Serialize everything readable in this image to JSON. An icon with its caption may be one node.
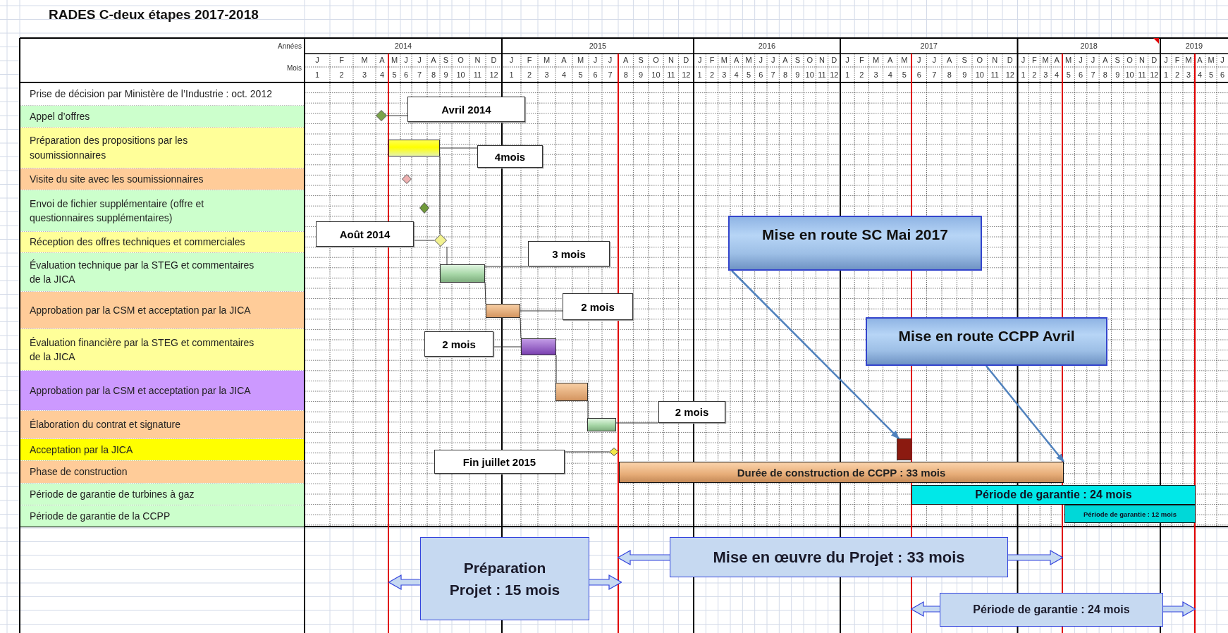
{
  "diagram": {
    "title": "RADES C-deux étapes 2017-2018",
    "nodes": [
      {
        "text": [
          "Avril 2014"
        ]
      },
      {
        "text": [],
        "shape": "diamond"
      },
      {
        "text": [],
        "shape": "bar"
      },
      {
        "text": [
          "4mois"
        ]
      },
      {
        "text": [],
        "shape": "diamond"
      },
      {
        "text": [],
        "shape": "diamond"
      },
      {
        "text": [
          "Août 2014"
        ]
      },
      {
        "text": [],
        "shape": "diamond"
      },
      {
        "text": [
          "3 mois"
        ]
      },
      {
        "text": [],
        "shape": "bar"
      },
      {
        "text": [
          "2 mois"
        ]
      },
      {
        "text": [],
        "shape": "bar"
      },
      {
        "text": [
          "2 mois"
        ]
      },
      {
        "text": [],
        "shape": "bar"
      },
      {
        "text": [],
        "shape": "bar"
      },
      {
        "text": [
          "2 mois"
        ]
      },
      {
        "text": [],
        "shape": "bar"
      },
      {
        "text": [
          "Mise en route SC Mai 2017"
        ]
      },
      {
        "text": [
          "Fin juillet 2015"
        ]
      },
      {
        "text": [],
        "shape": "diamond"
      },
      {
        "text": [],
        "shape": "bar"
      },
      {
        "text": [
          "Mise en route CCPP Avril"
        ]
      },
      {
        "text": [
          "Durée de construction de CCPP : 33 mois"
        ]
      },
      {
        "text": [
          "Période de garantie : 24 mois"
        ]
      },
      {
        "text": [
          "Période de garantie : 12 mois"
        ]
      },
      {
        "text": [
          "Préparation Projet : 15 mois"
        ]
      },
      {
        "text": [
          "Mise en œuvre du Projet : 33 mois"
        ]
      },
      {
        "text": [
          "Période de garantie : 24 mois"
        ]
      }
    ],
    "edges": [
      {
        "from": 0,
        "to": 1,
        "arrow": "none"
      },
      {
        "from": 3,
        "to": 2,
        "arrow": "none"
      },
      {
        "from": 6,
        "to": 7,
        "arrow": "none"
      },
      {
        "from": 8,
        "to": 9,
        "arrow": "none"
      },
      {
        "from": 10,
        "to": 11,
        "arrow": "none"
      },
      {
        "from": 12,
        "to": 13,
        "arrow": "none"
      },
      {
        "from": 15,
        "to": 16,
        "arrow": "none"
      },
      {
        "from": 18,
        "to": 19,
        "arrow": "none"
      },
      {
        "from": 17,
        "to": 20,
        "arrow": "to",
        "color": "#4f81bd"
      },
      {
        "from": 21,
        "to": 22,
        "arrow": "to",
        "color": "#4f81bd"
      },
      {
        "from": 2,
        "to": 7,
        "arrow": "none"
      },
      {
        "from": 7,
        "to": 9,
        "arrow": "none"
      },
      {
        "from": 9,
        "to": 11,
        "arrow": "none"
      },
      {
        "from": 11,
        "to": 13,
        "arrow": "none"
      },
      {
        "from": 13,
        "to": 14,
        "arrow": "none"
      },
      {
        "from": 14,
        "to": 16,
        "arrow": "none"
      }
    ],
    "labels": [
      "Années",
      "2014",
      "2015",
      "2016",
      "2017",
      "2018",
      "2019",
      "Mois",
      "J",
      "F",
      "M",
      "A",
      "M",
      "J",
      "J",
      "A",
      "S",
      "O",
      "N",
      "D",
      "J",
      "F",
      "M",
      "A",
      "M",
      "J",
      "J",
      "A",
      "S",
      "O",
      "N",
      "D",
      "J",
      "F",
      "M",
      "A",
      "M",
      "J",
      "J",
      "A",
      "S",
      "O",
      "N",
      "D",
      "J",
      "F",
      "M",
      "A",
      "M",
      "J",
      "J",
      "A",
      "S",
      "O",
      "N",
      "D",
      "J",
      "F",
      "M",
      "A",
      "M",
      "J",
      "J",
      "A",
      "S",
      "O",
      "N",
      "D",
      "J",
      "F",
      "M",
      "A",
      "M",
      "J",
      "1",
      "2",
      "3",
      "4",
      "5",
      "6",
      "7",
      "8",
      "9",
      "10",
      "11",
      "12",
      "1",
      "2",
      "3",
      "4",
      "5",
      "6",
      "7",
      "8",
      "9",
      "10",
      "11",
      "12",
      "1",
      "2",
      "3",
      "4",
      "5",
      "6",
      "7",
      "8",
      "9",
      "10",
      "11",
      "12",
      "1",
      "2",
      "3",
      "4",
      "5",
      "6",
      "7",
      "8",
      "9",
      "10",
      "11",
      "12",
      "1",
      "2",
      "3",
      "4",
      "5",
      "6",
      "7",
      "8",
      "9",
      "10",
      "11",
      "12",
      "1",
      "2",
      "3",
      "4",
      "5",
      "6",
      "Prise de décision par Ministère de l’Industrie : oct. 2012",
      "Appel d’offres",
      "Préparation des propositions par les soumissionnaires",
      "Visite du site avec les soumissionnaires",
      "Envoi de fichier supplémentaire (offre et questionnaires supplémentaires)",
      "Réception des offres techniques et commerciales",
      "Évaluation technique par la STEG et commentaires de la JICA",
      "Approbation par la CSM et acceptation par la JICA",
      "Évaluation financière par la STEG et commentaires de la JICA",
      "Approbation par la CSM et acceptation par la JICA",
      "Élaboration du contrat et signature",
      "Acceptation par la JICA",
      "Phase de construction",
      "Période de garantie de turbines à gaz",
      "Période de garantie de la CCPP"
    ]
  }
}
